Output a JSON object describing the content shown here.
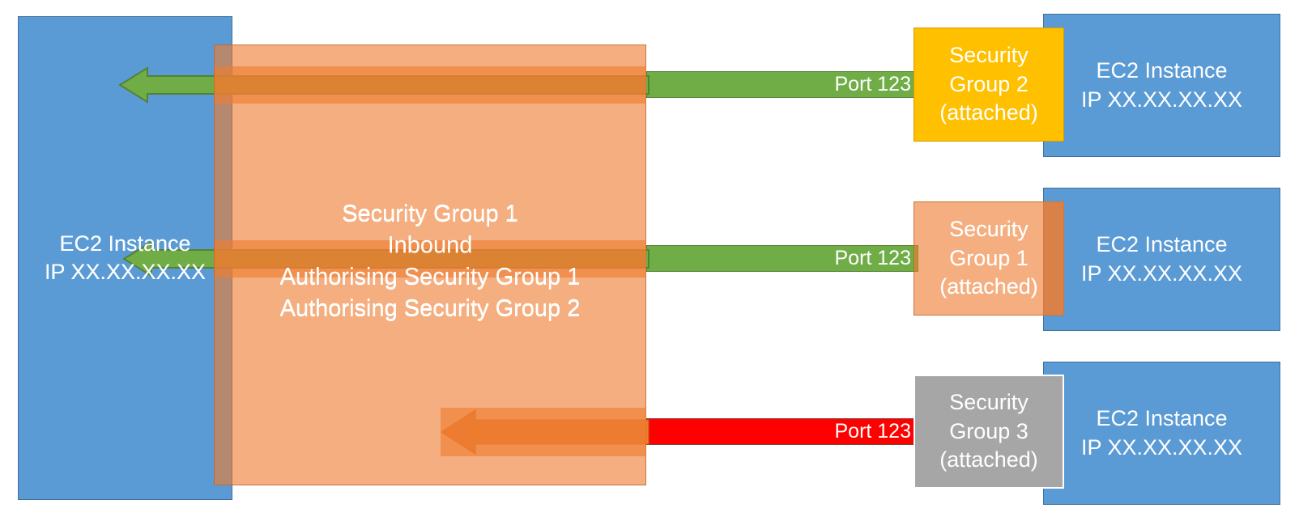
{
  "diagram": {
    "title": "AWS Security Group inbound authorisation diagram",
    "colors": {
      "ec2_blue": "#5b9bd5",
      "ec2_blue_border": "#41719c",
      "security_group_orange": "#ed7d31",
      "security_group_yellow": "#ffc000",
      "security_group_gray": "#a6a6a6",
      "allowed_green": "#70ad47",
      "denied_red": "#ff0000",
      "arrow_allowed_green": "#70ad47",
      "arrow_denied_orange": "#ed7d31"
    }
  },
  "left_instance": {
    "name": "EC2 Instance",
    "ip": "IP XX.XX.XX.XX"
  },
  "security_group_1": {
    "title": "Security Group 1",
    "direction": "Inbound",
    "rules": [
      "Authorising Security Group 1",
      "Authorising Security Group 2"
    ]
  },
  "rows": [
    {
      "id": "row-sg2",
      "port_label": "Port 123",
      "connector_state": "allowed",
      "arrow_state": "allowed",
      "group": {
        "line1": "Security",
        "line2": "Group 2",
        "line3": "(attached)"
      },
      "instance": {
        "name": "EC2 Instance",
        "ip": "IP XX.XX.XX.XX"
      }
    },
    {
      "id": "row-sg1",
      "port_label": "Port 123",
      "connector_state": "allowed",
      "arrow_state": "allowed",
      "group": {
        "line1": "Security",
        "line2": "Group 1",
        "line3": "(attached)"
      },
      "instance": {
        "name": "EC2 Instance",
        "ip": "IP XX.XX.XX.XX"
      }
    },
    {
      "id": "row-sg3",
      "port_label": "Port 123",
      "connector_state": "denied",
      "arrow_state": "denied",
      "group": {
        "line1": "Security",
        "line2": "Group 3",
        "line3": "(attached)"
      },
      "instance": {
        "name": "EC2 Instance",
        "ip": "IP XX.XX.XX.XX"
      }
    }
  ]
}
